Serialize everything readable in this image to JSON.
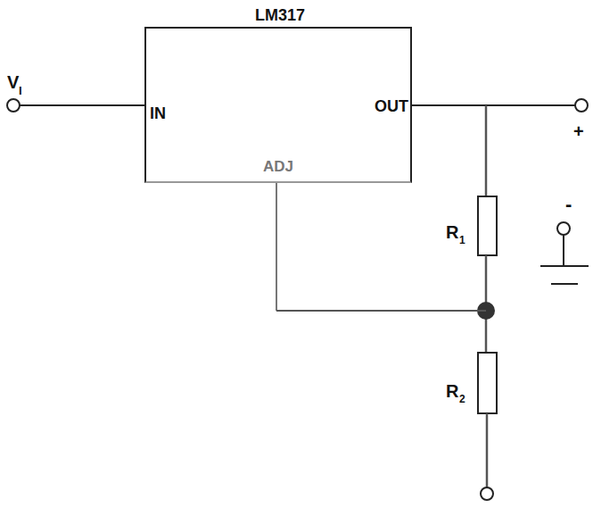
{
  "diagram": {
    "nodes": [
      {
        "text": [
          "LM317",
          "IN",
          "OUT",
          "ADJ"
        ]
      }
    ],
    "edges": [],
    "labels": [
      "V",
      "I",
      "+",
      "-",
      "R",
      "1",
      "R",
      "2"
    ]
  }
}
